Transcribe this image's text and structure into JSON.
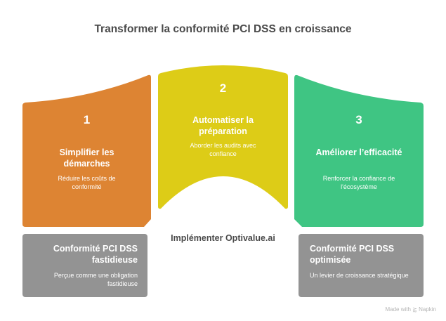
{
  "title": "Transformer la conformité PCI DSS en croissance",
  "steps": [
    {
      "number": "1",
      "heading": "Simplifier les démarches",
      "subtext": "Réduire les coûts de conformité",
      "color": "#DD8433"
    },
    {
      "number": "2",
      "heading": "Automatiser la préparation",
      "subtext": "Aborder les audits avec confiance",
      "color": "#DDCC17"
    },
    {
      "number": "3",
      "heading": "Améliorer l’efficacité",
      "subtext": "Renforcer la confiance de l'écosystème",
      "color": "#3FC583"
    }
  ],
  "center_label": "Implémenter Optivalue.ai",
  "from_state": {
    "heading": "Conformité PCI DSS fastidieuse",
    "subtext": "Perçue comme une obligation fastidieuse",
    "color": "#939393"
  },
  "to_state": {
    "heading": "Conformité PCI DSS optimisée",
    "subtext": "Un levier de croissance stratégique",
    "color": "#939393"
  },
  "footer": {
    "made_with": "Made with",
    "brand": "Napkin",
    "icon": "napkin-logo-icon"
  }
}
